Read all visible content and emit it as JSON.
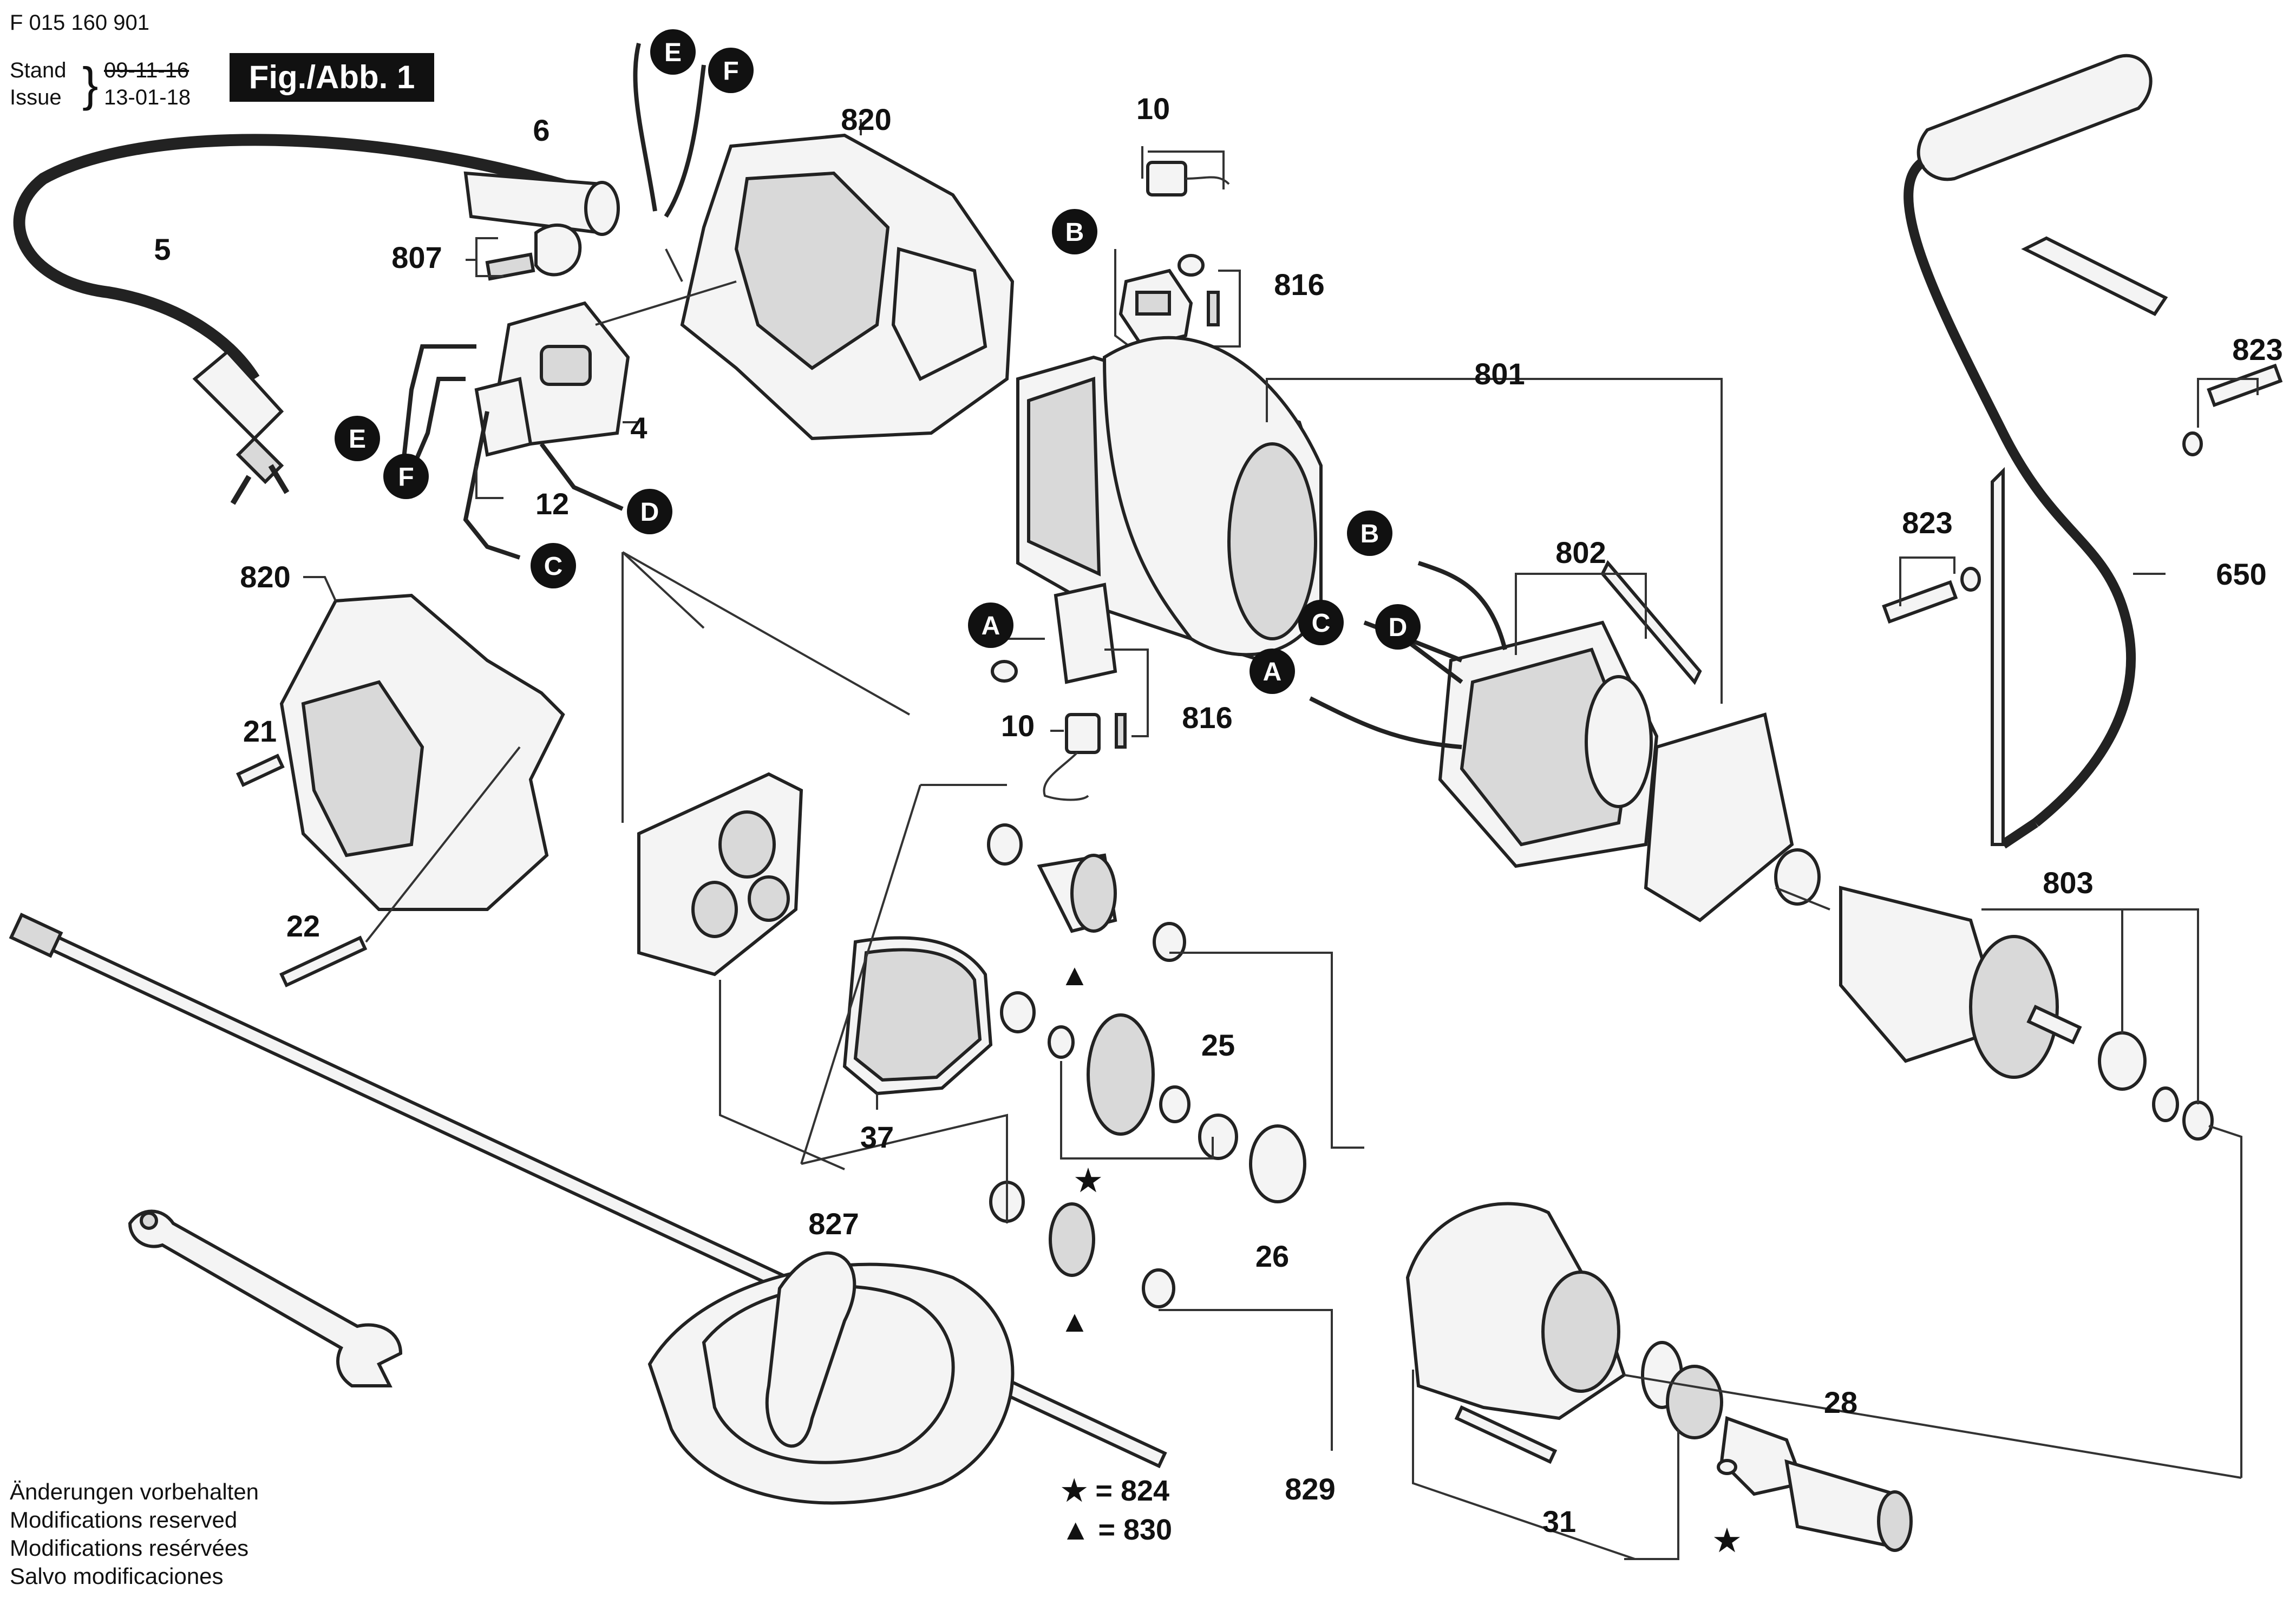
{
  "header": {
    "doc_number": "F 015 160 901",
    "stand_label": "Stand",
    "issue_label": "Issue",
    "stand_date": "09-11-16",
    "issue_date": "13-01-18",
    "figure_label": "Fig./Abb. 1"
  },
  "parts": {
    "p4": "4",
    "p5": "5",
    "p6": "6",
    "p10a": "10",
    "p10b": "10",
    "p12": "12",
    "p21": "21",
    "p22": "22",
    "p25": "25",
    "p26": "26",
    "p28": "28",
    "p31": "31",
    "p37": "37",
    "p650": "650",
    "p801": "801",
    "p802": "802",
    "p803": "803",
    "p807": "807",
    "p816a": "816",
    "p816b": "816",
    "p820a": "820",
    "p820b": "820",
    "p823a": "823",
    "p823b": "823",
    "p827": "827",
    "p829": "829"
  },
  "connectors": {
    "e1": "E",
    "f1": "F",
    "e2": "E",
    "f2": "F",
    "c1": "C",
    "d1": "D",
    "b1": "B",
    "a1": "A",
    "b2": "B",
    "c2": "C",
    "d2": "D",
    "a2": "A"
  },
  "symbols": {
    "star": "★",
    "triangle": "▲"
  },
  "legend": {
    "star_line": "★ = 824",
    "triangle_line": "▲ = 830"
  },
  "notes": [
    "Änderungen vorbehalten",
    "Modifications reserved",
    "Modifications resérvées",
    "Salvo modificaciones"
  ]
}
